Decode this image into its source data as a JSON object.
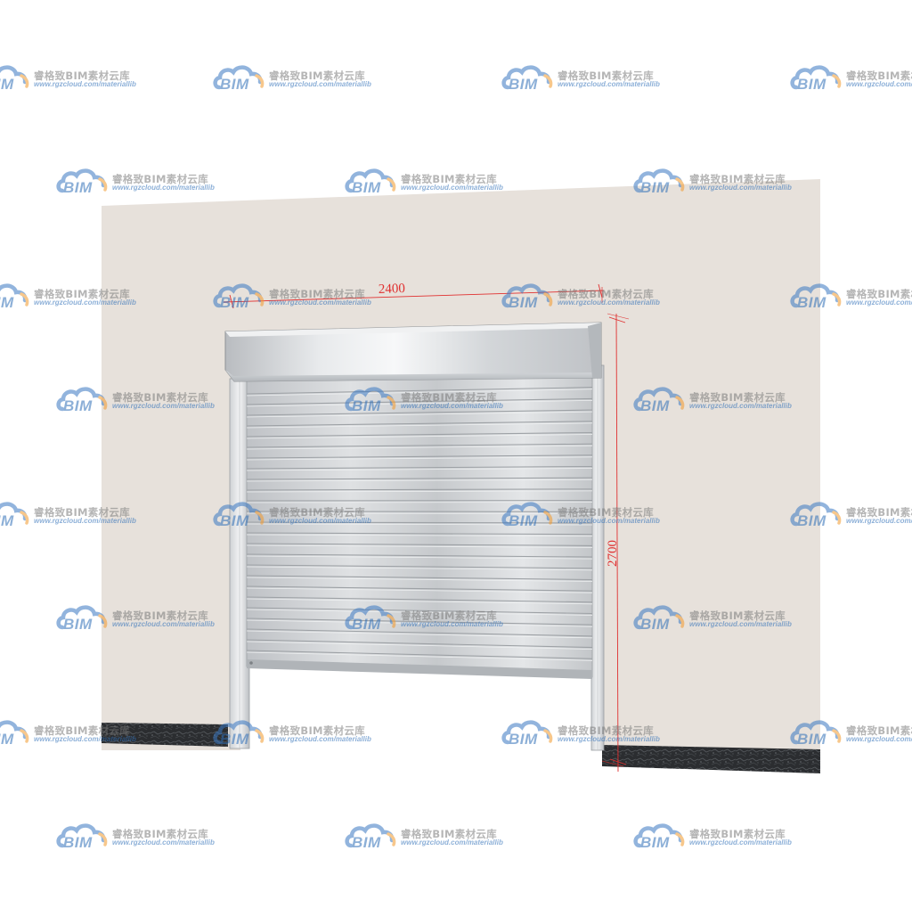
{
  "drawing": {
    "width_dimension": "2400",
    "height_dimension": "2700",
    "dimension_color": "#e03030",
    "wall_color": "#e7e1db",
    "floor_color": "#2e3033",
    "shutter_color": "#c9ccd0"
  },
  "watermark": {
    "logo_text": "BIM",
    "brand_text": "睿格致BIM素材云库",
    "url_text": "www.rgzcloud.com/materiallib",
    "logo_colors": {
      "cloud": "#3a78c2",
      "accent": "#f29a2e"
    }
  }
}
